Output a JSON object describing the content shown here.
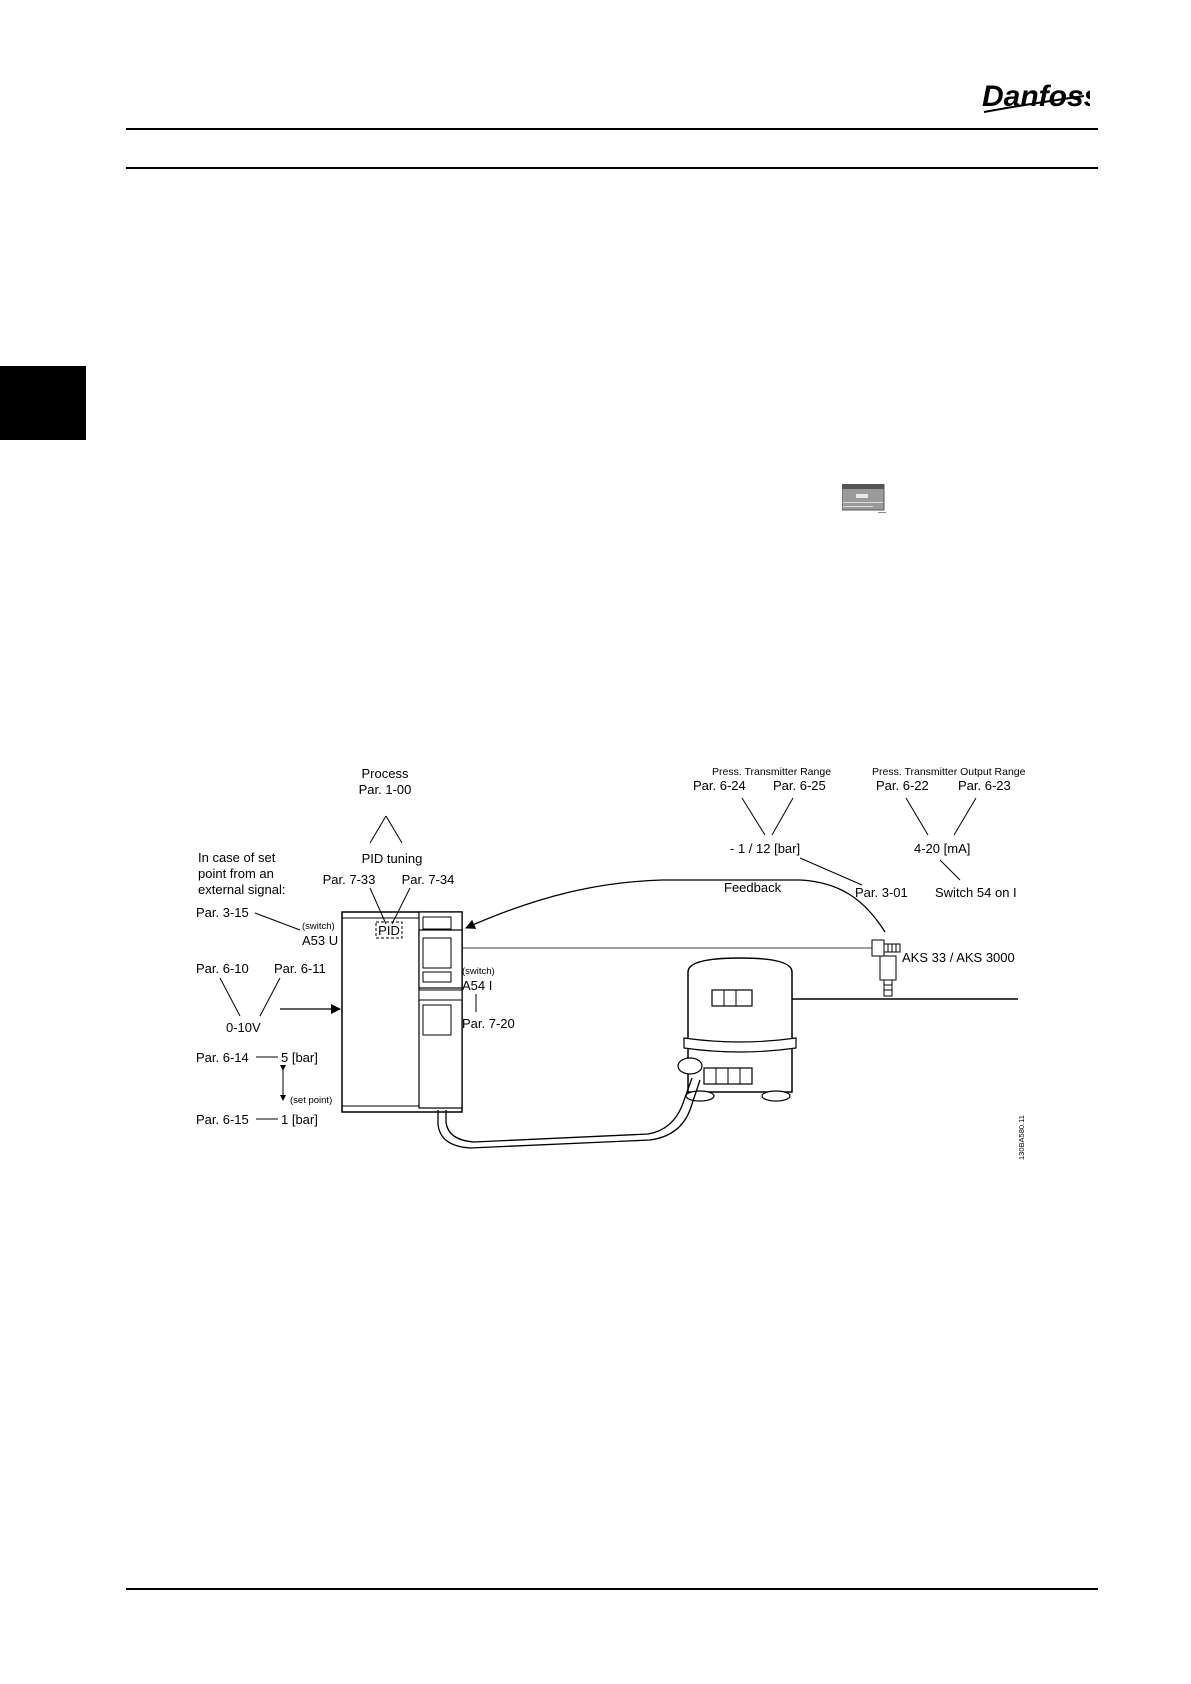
{
  "brand": {
    "logo_text": "Danfoss"
  },
  "diagram": {
    "process": "Process",
    "par_1_00": "Par. 1-00",
    "pid_tuning": "PID tuning",
    "par_7_33": "Par. 7-33",
    "par_7_34": "Par. 7-34",
    "pid_box": "PID",
    "ext_1": "In case of set",
    "ext_2": "point from an",
    "ext_3": "external signal:",
    "par_3_15": "Par. 3-15",
    "switch_a53": "(switch)",
    "a53": "A53 U",
    "par_6_10": "Par. 6-10",
    "par_6_11": "Par. 6-11",
    "v_0_10": "0-10V",
    "switch_a54": "(switch)",
    "a54": "A54 I",
    "par_7_20": "Par. 7-20",
    "par_6_14": "Par. 6-14",
    "bar_5": "5 [bar]",
    "set_point": "(set point)",
    "par_6_15": "Par. 6-15",
    "bar_1": "1 [bar]",
    "press_range": "Press. Transmitter Range",
    "press_output_range": "Press. Transmitter Output Range",
    "par_6_24": "Par. 6-24",
    "par_6_25": "Par. 6-25",
    "par_6_22": "Par. 6-22",
    "par_6_23": "Par. 6-23",
    "range_bar": "- 1 / 12 [bar]",
    "range_ma": "4-20 [mA]",
    "feedback": "Feedback",
    "par_3_01": "Par. 3-01",
    "switch_54": "Switch 54 on I",
    "aks": "AKS 33 / AKS 3000",
    "drawing_id": "130BA580.11"
  }
}
